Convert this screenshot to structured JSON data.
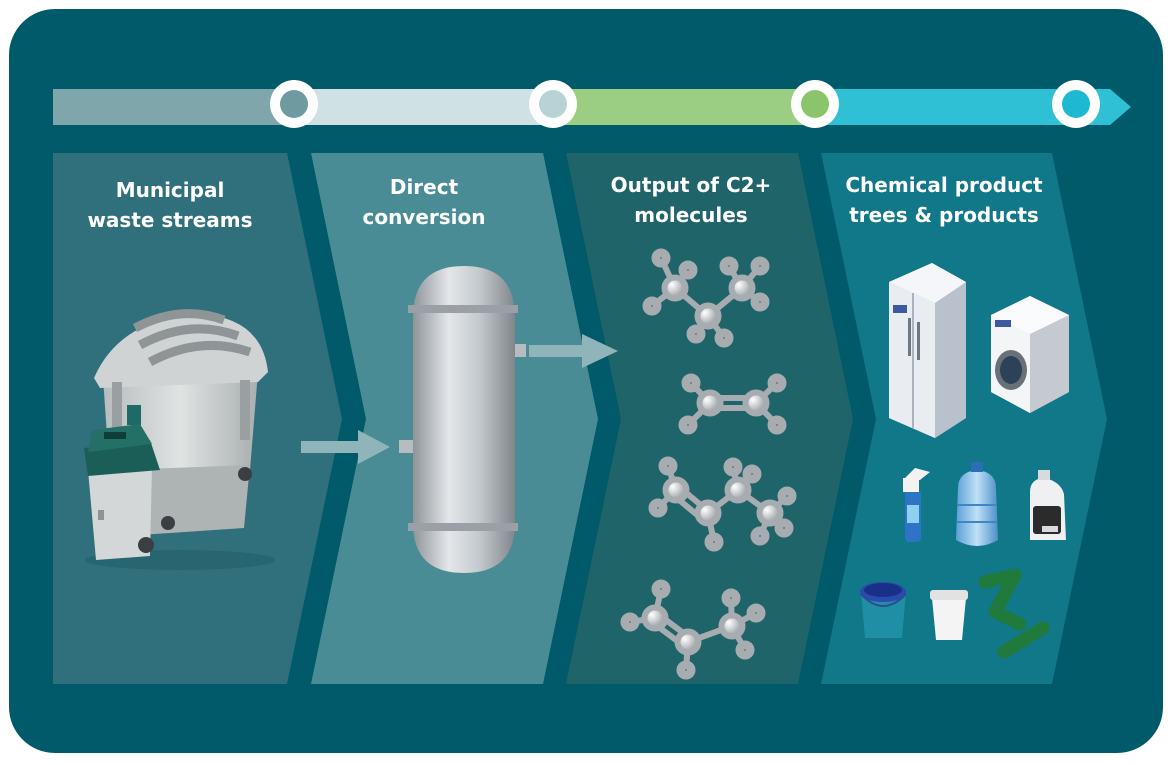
{
  "stages": [
    {
      "id": "waste",
      "lines": [
        "Municipal",
        "waste streams"
      ]
    },
    {
      "id": "conversion",
      "lines": [
        "Direct",
        "conversion"
      ]
    },
    {
      "id": "molecules",
      "lines": [
        "Output of C2+",
        "molecules"
      ]
    },
    {
      "id": "products",
      "lines": [
        "Chemical product",
        "trees & products"
      ]
    }
  ],
  "colors": {
    "panel": "#005a6a",
    "stage1": "#30707c",
    "stage2": "#4a8c96",
    "stage3": "#1f6468",
    "stage4": "#107888",
    "timeline1": "#7fa6ab",
    "timeline2": "#cfe1e2",
    "timeline3": "#9bcd82",
    "timeline4": "#2fc0d6"
  },
  "icons": [
    "waste-container-icon",
    "wheelie-bin-icon",
    "reactor-vessel-icon",
    "propane-molecule-icon",
    "ethylene-molecule-icon",
    "butadiene-molecule-icon",
    "propylene-molecule-icon",
    "refrigerator-icon",
    "washing-machine-icon",
    "spray-bottle-icon",
    "water-jug-icon",
    "detergent-bottle-icon",
    "bucket-icon",
    "cup-icon",
    "pipe-icon"
  ]
}
